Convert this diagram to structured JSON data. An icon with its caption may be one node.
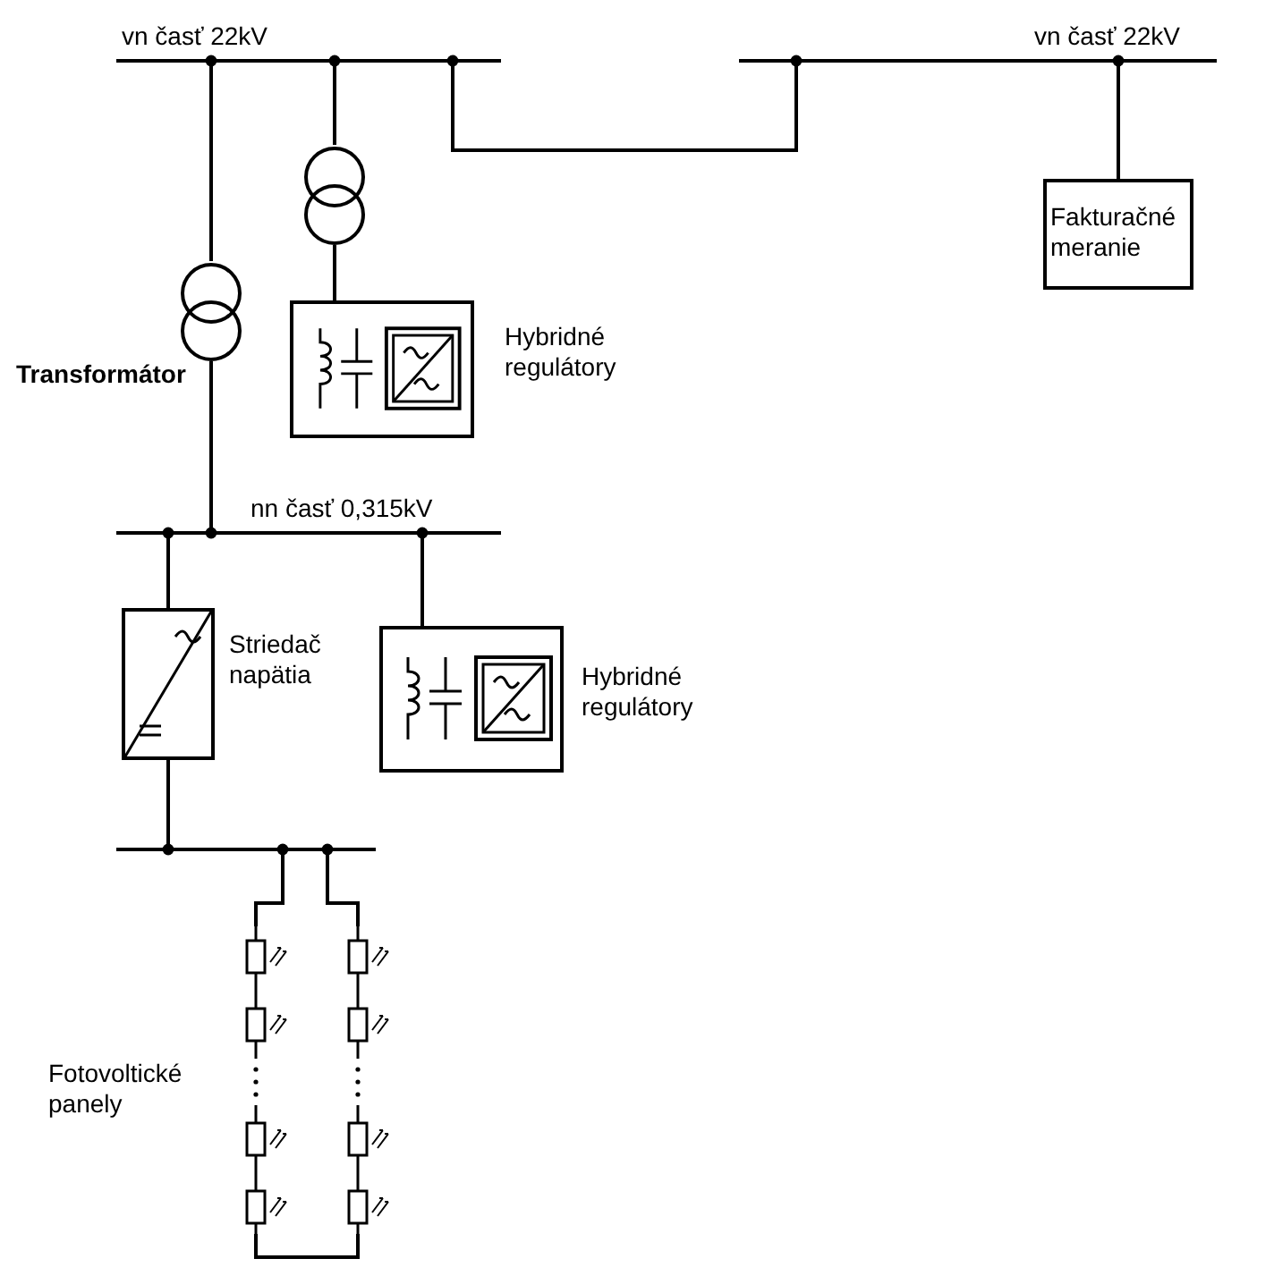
{
  "diagram": {
    "nodes": [
      {
        "text": [
          "vn časť 22kV"
        ]
      },
      {
        "text": [
          "vn časť 22kV"
        ]
      },
      {
        "text": [
          "Transformátor"
        ]
      },
      {
        "text": [],
        "shape": "circle"
      },
      {
        "text": [
          "Hybridné regulátory"
        ]
      },
      {
        "text": [
          "Fakturačné meranie"
        ]
      },
      {
        "text": [
          "nn časť 0,315kV"
        ]
      },
      {
        "text": [
          "Striedač napätia"
        ]
      },
      {
        "text": [
          "Hybridné regulátory"
        ]
      },
      {
        "text": [],
        "shape": "bar"
      },
      {
        "text": [],
        "shape": "box",
        "beside": [
          "Fotovoltické panely"
        ]
      },
      {
        "text": [],
        "shape": "box"
      }
    ],
    "edges": [
      {
        "from": 0,
        "to": 2,
        "arrow": "other"
      },
      {
        "from": 2,
        "to": 6,
        "arrow": "other"
      },
      {
        "from": 0,
        "to": 3,
        "arrow": "other"
      },
      {
        "from": 3,
        "to": 4,
        "arrow": "none"
      },
      {
        "from": 0,
        "to": 1,
        "arrow": "other"
      },
      {
        "from": 1,
        "to": 5,
        "arrow": "other"
      },
      {
        "from": 6,
        "to": 7,
        "arrow": "other"
      },
      {
        "from": 6,
        "to": 8,
        "arrow": "other"
      },
      {
        "from": 7,
        "to": 9,
        "arrow": "other"
      },
      {
        "from": 9,
        "to": 10,
        "arrow": "other"
      },
      {
        "from": 9,
        "to": 11,
        "arrow": "other"
      },
      {
        "from": 10,
        "to": 11,
        "arrow": "none"
      }
    ]
  }
}
